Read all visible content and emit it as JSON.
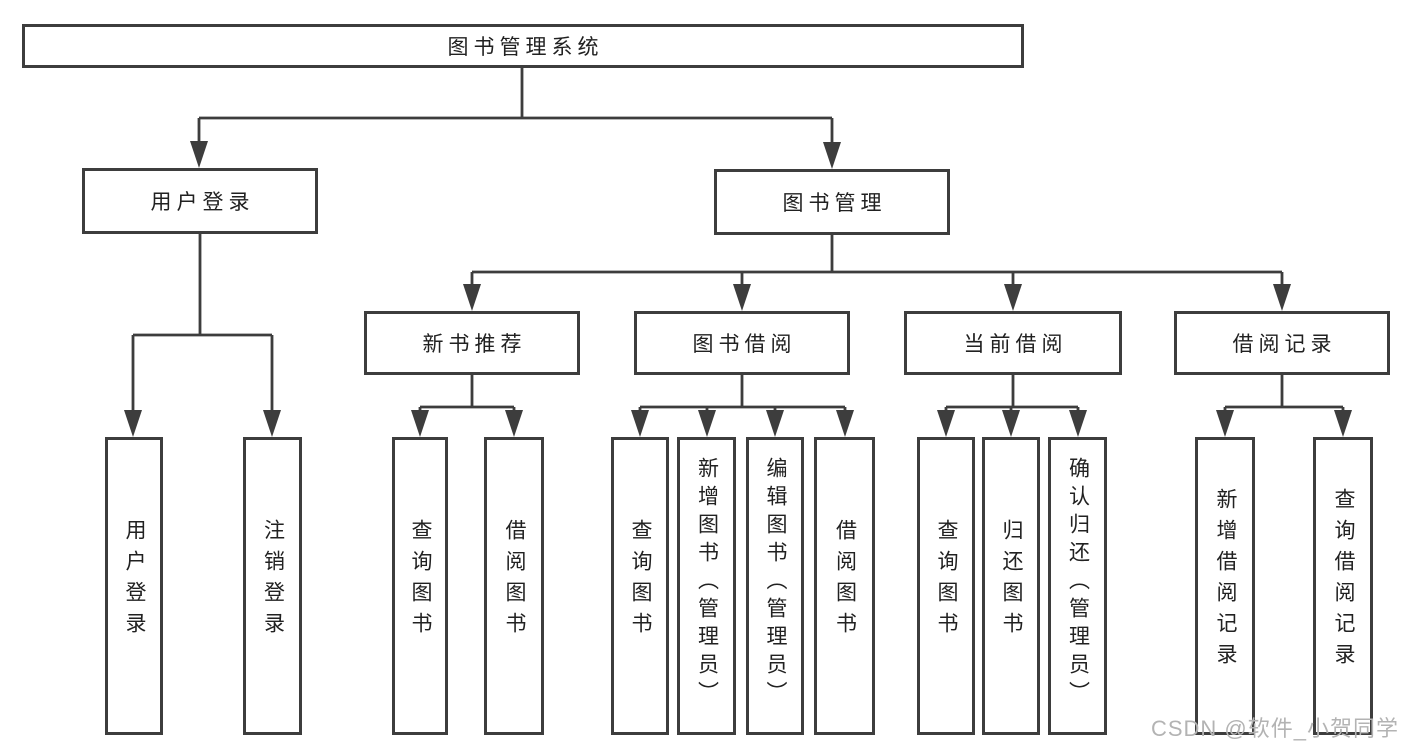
{
  "diagram": {
    "root": {
      "label": "图书管理系统"
    },
    "branches": [
      {
        "label": "用户登录",
        "children": [
          {
            "label": "用户登录"
          },
          {
            "label": "注销登录"
          }
        ]
      },
      {
        "label": "图书管理",
        "children": [
          {
            "label": "新书推荐",
            "children": [
              {
                "label": "查询图书"
              },
              {
                "label": "借阅图书"
              }
            ]
          },
          {
            "label": "图书借阅",
            "children": [
              {
                "label": "查询图书"
              },
              {
                "label": "新增图书（管理员）"
              },
              {
                "label": "编辑图书（管理员）"
              },
              {
                "label": "借阅图书"
              }
            ]
          },
          {
            "label": "当前借阅",
            "children": [
              {
                "label": "查询图书"
              },
              {
                "label": "归还图书"
              },
              {
                "label": "确认归还（管理员）"
              }
            ]
          },
          {
            "label": "借阅记录",
            "children": [
              {
                "label": "新增借阅记录"
              },
              {
                "label": "查询借阅记录"
              }
            ]
          }
        ]
      }
    ]
  },
  "watermark": {
    "text": "CSDN @软件_小贺同学"
  },
  "colors": {
    "line": "#3d3d3d",
    "text": "#212121",
    "watermark": "#b3b3b3",
    "background": "#ffffff"
  }
}
